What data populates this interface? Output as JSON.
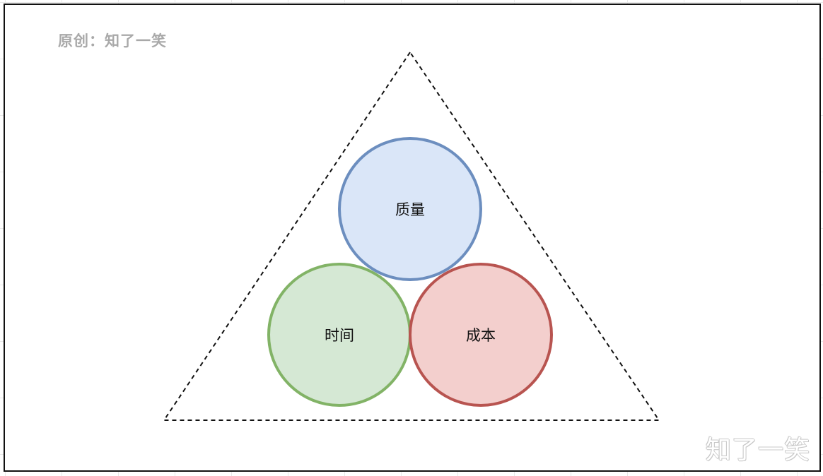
{
  "credit_text": "原创：知了一笑",
  "watermark_text": "知了一笑",
  "circles": {
    "quality": {
      "label": "质量",
      "fill": "#dae6f8",
      "stroke": "#6c8ebf"
    },
    "time": {
      "label": "时间",
      "fill": "#d5e8d4",
      "stroke": "#82b366"
    },
    "cost": {
      "label": "成本",
      "fill": "#f3cfcd",
      "stroke": "#b85450"
    }
  },
  "colors": {
    "frame_border": "#111111",
    "triangle_stroke": "#111111",
    "credit_text": "#a9a9a9",
    "watermark_outline": "#c8c8c8"
  }
}
